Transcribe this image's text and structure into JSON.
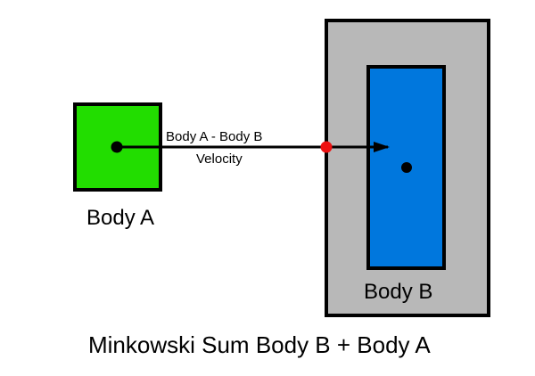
{
  "colors": {
    "background": "#ffffff",
    "body_a_fill": "#22dd00",
    "body_b_fill": "#0077dd",
    "minkowski_fill": "#b8b8b8",
    "outline": "#000000",
    "contact_point": "#ee1111"
  },
  "labels": {
    "relative_motion": "Body A - Body B",
    "velocity": "Velocity",
    "body_a": "Body A",
    "body_b": "Body B",
    "caption": "Minkowski Sum Body B + Body A"
  }
}
